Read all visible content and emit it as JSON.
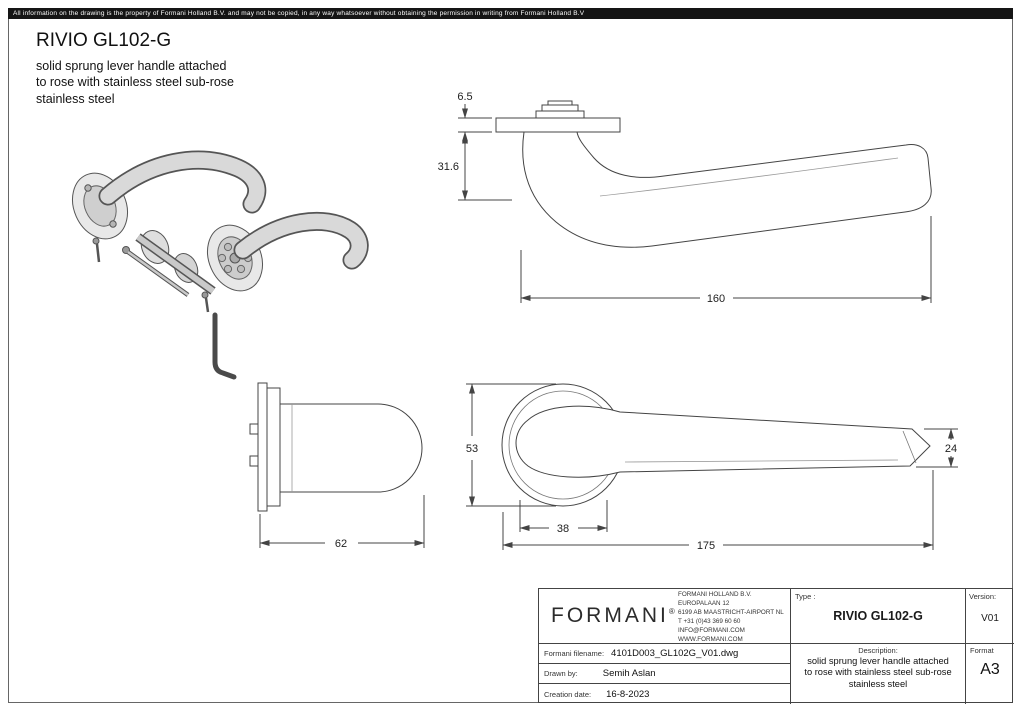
{
  "page": {
    "copyright_notice": "All information on the drawing is the property of Formani Holland B.V. and may not be copied, in any way whatsoever without obtaining the permission in writing from Formani Holland B.V",
    "title": "RIVIO GL102-G",
    "subtitle_lines": [
      "solid sprung lever handle attached",
      "to rose with stainless steel sub-rose",
      "stainless steel"
    ]
  },
  "dimensions": {
    "side_rose_height": "6.5",
    "side_drop": "31.6",
    "side_length": "160",
    "front_projection": "62",
    "plan_rose_diameter": "53",
    "plan_rose_width": "38",
    "plan_total_length": "175",
    "plan_grip_width": "24"
  },
  "title_block": {
    "logo_text": "FORMANI",
    "logo_mark": "®",
    "address_lines": [
      "FORMANI HOLLAND B.V.",
      "EUROPALAAN 12",
      "6199 AB MAASTRICHT-AIRPORT NL",
      "T +31 (0)43 369 60 60",
      "INFO@FORMANI.COM",
      "WWW.FORMANI.COM"
    ],
    "type_label": "Type :",
    "type_value": "RIVIO GL102-G",
    "version_label": "Version:",
    "version_value": "V01",
    "filename_label": "Formani filename:",
    "filename_value": "4101D003_GL102G_V01.dwg",
    "description_label": "Description:",
    "description_lines": [
      "solid sprung lever handle attached",
      "to rose with stainless steel sub-rose",
      "stainless steel"
    ],
    "format_label": "Format",
    "format_value": "A3",
    "drawn_by_label": "Drawn by:",
    "drawn_by_value": "Semih Aslan",
    "creation_date_label": "Creation date:",
    "creation_date_value": "16-8-2023"
  }
}
